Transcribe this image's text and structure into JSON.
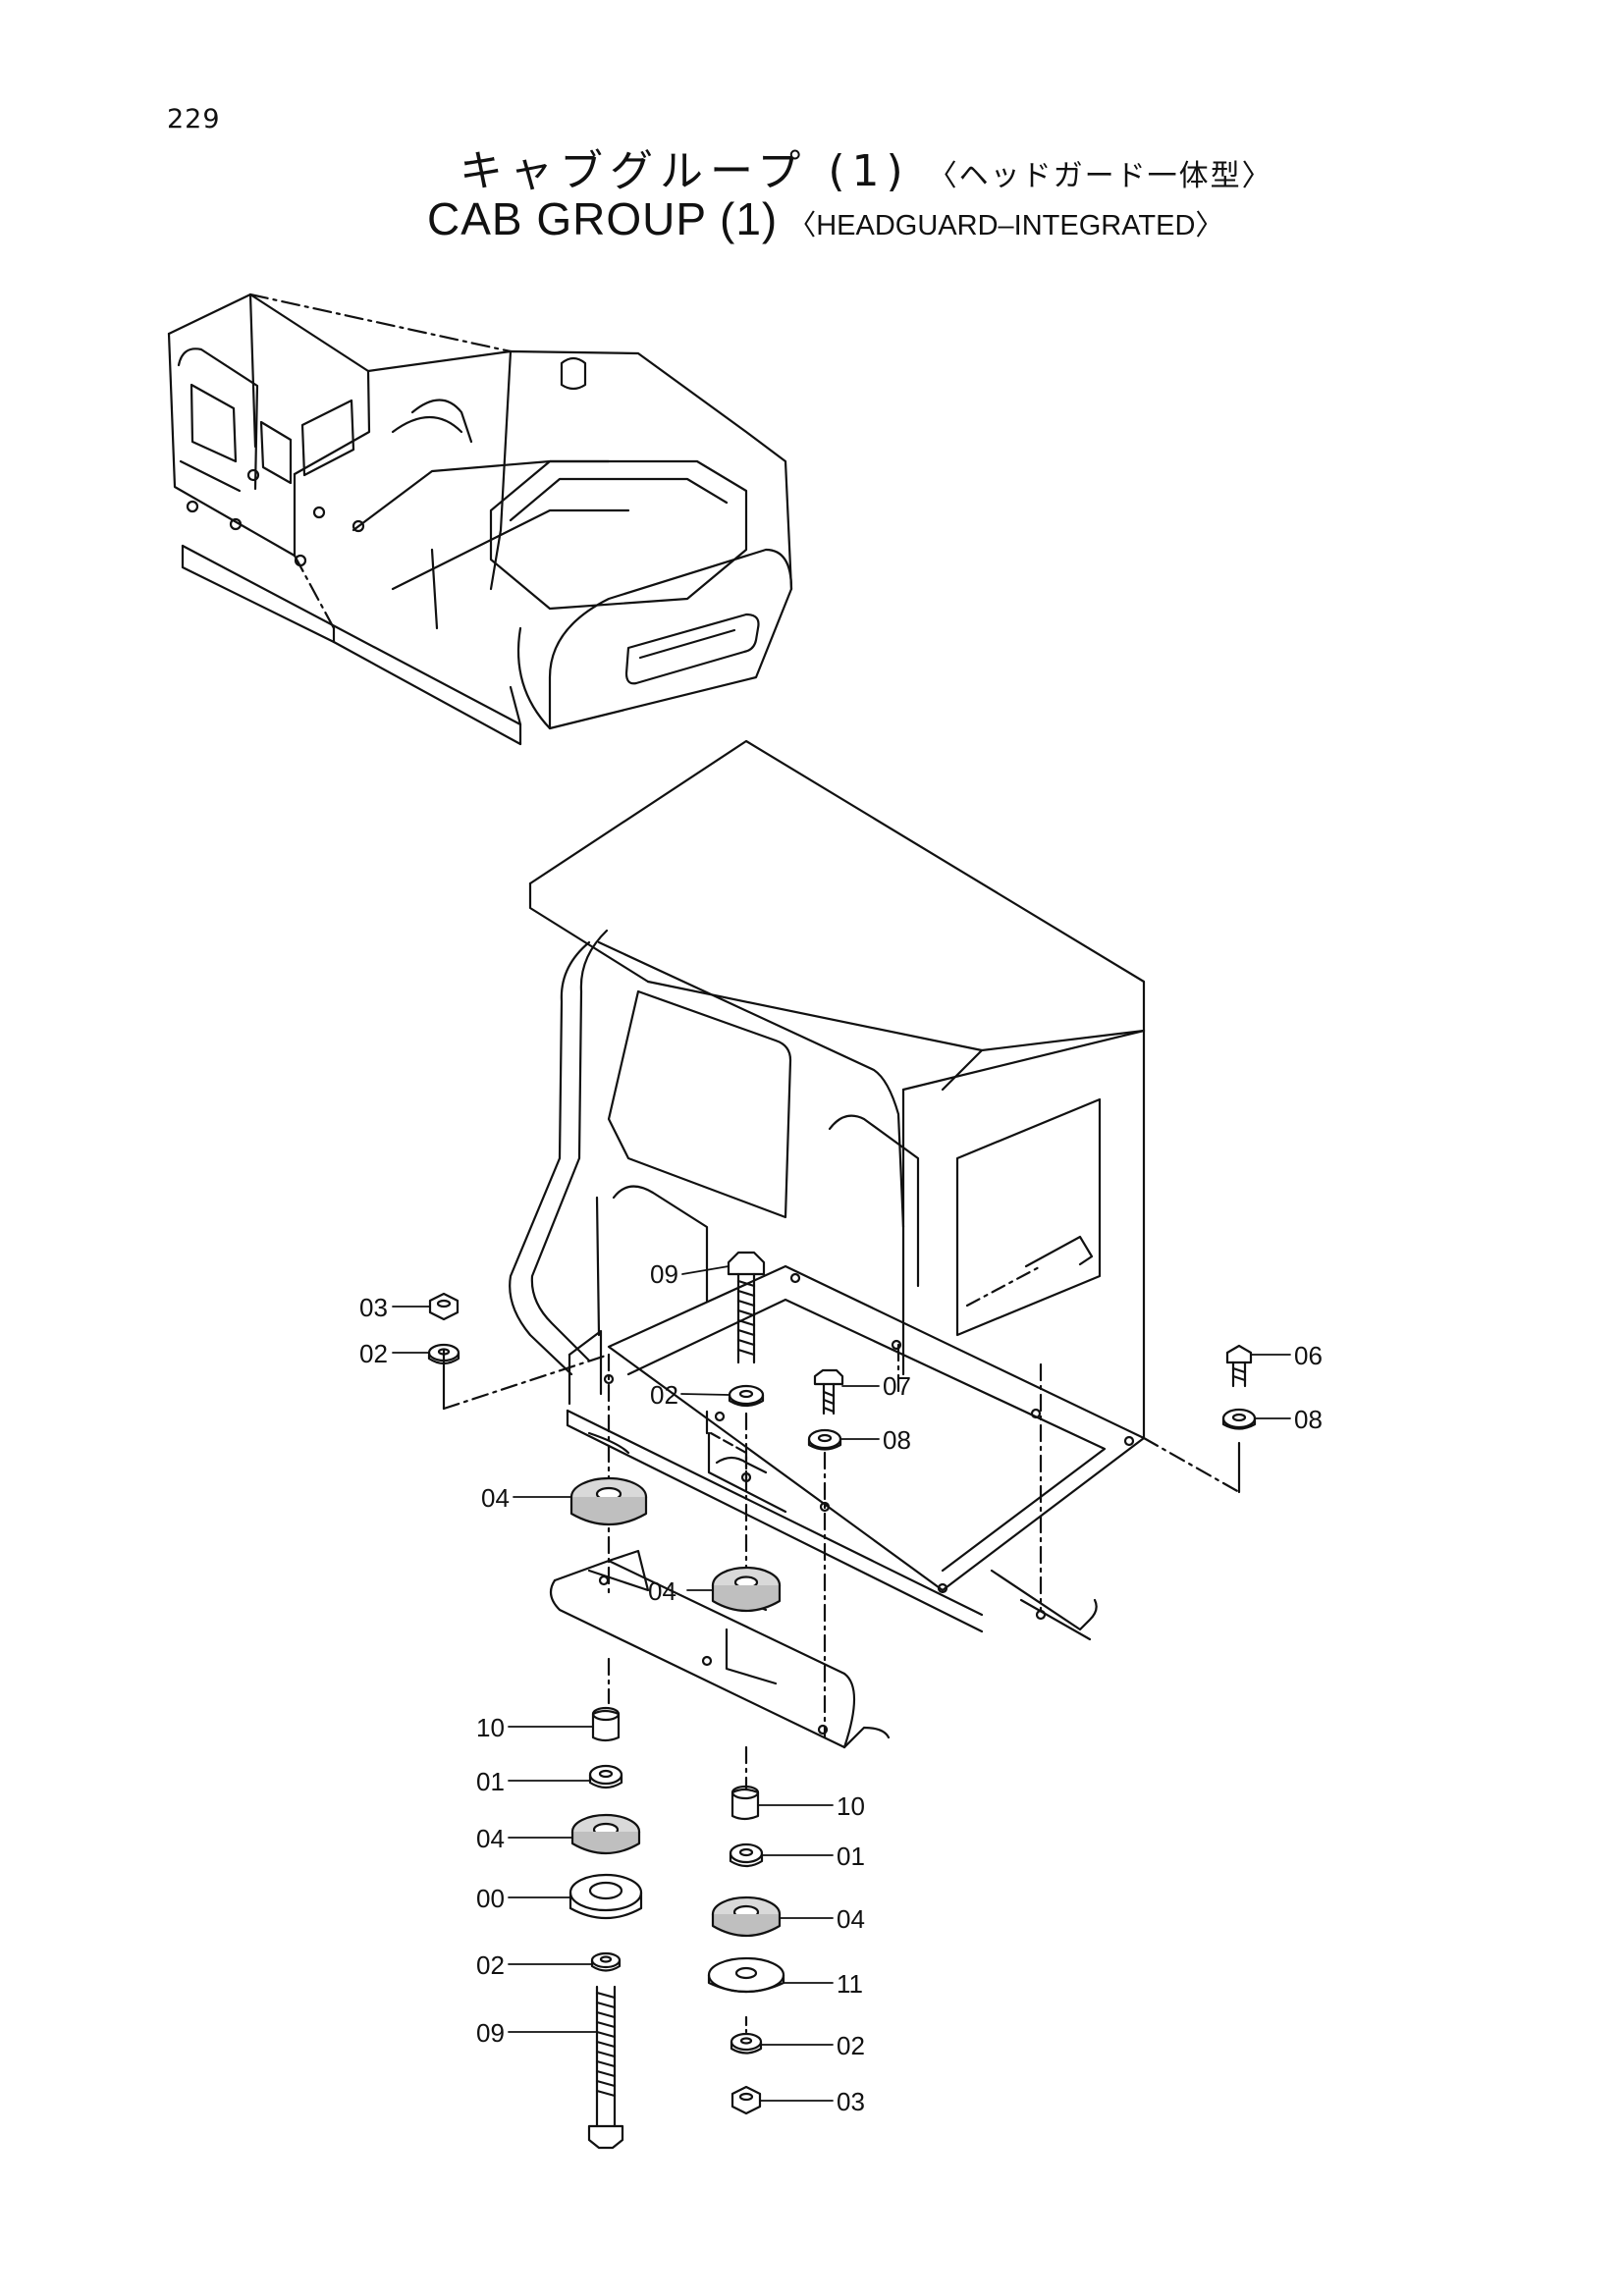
{
  "page_number": "229",
  "title": {
    "jp_main": "キャブグループ (1)",
    "jp_sub": "〈ヘッドガード一体型〉",
    "en_main": "CAB GROUP (1)",
    "en_sub": "〈HEADGUARD–INTEGRATED〉"
  },
  "callouts": [
    {
      "id": "c-03-left",
      "label": "03"
    },
    {
      "id": "c-02-left",
      "label": "02"
    },
    {
      "id": "c-09-top",
      "label": "09"
    },
    {
      "id": "c-02-mid",
      "label": "02"
    },
    {
      "id": "c-07",
      "label": "07"
    },
    {
      "id": "c-08-mid",
      "label": "08"
    },
    {
      "id": "c-06",
      "label": "06"
    },
    {
      "id": "c-08-right",
      "label": "08"
    },
    {
      "id": "c-04-left",
      "label": "04"
    },
    {
      "id": "c-04-mid",
      "label": "04"
    },
    {
      "id": "c-10-left",
      "label": "10"
    },
    {
      "id": "c-01-left",
      "label": "01"
    },
    {
      "id": "c-04-lower-left",
      "label": "04"
    },
    {
      "id": "c-00",
      "label": "00"
    },
    {
      "id": "c-02-lower-left",
      "label": "02"
    },
    {
      "id": "c-09-bottom",
      "label": "09"
    },
    {
      "id": "c-10-right",
      "label": "10"
    },
    {
      "id": "c-01-right",
      "label": "01"
    },
    {
      "id": "c-04-right",
      "label": "04"
    },
    {
      "id": "c-11",
      "label": "11"
    },
    {
      "id": "c-02-right",
      "label": "02"
    },
    {
      "id": "c-03-right",
      "label": "03"
    }
  ]
}
